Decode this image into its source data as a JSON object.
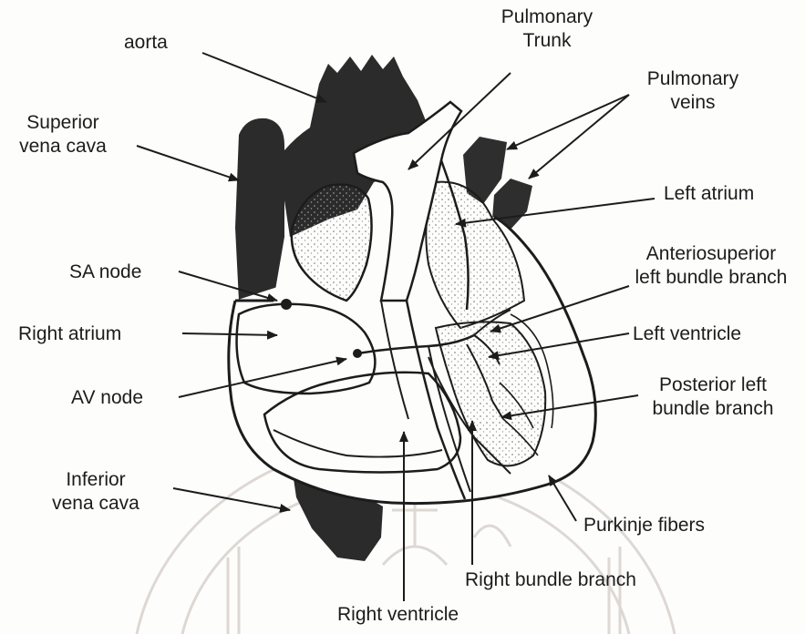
{
  "labels": {
    "aorta": "aorta",
    "pulmonary_trunk": [
      "Pulmonary",
      "Trunk"
    ],
    "pulmonary_veins": [
      "Pulmonary",
      "veins"
    ],
    "superior_vena_cava": [
      "Superior",
      "vena cava"
    ],
    "left_atrium": "Left atrium",
    "anteriosuperior": [
      "Anteriosuperior",
      "left bundle branch"
    ],
    "sa_node": "SA node",
    "right_atrium": "Right atrium",
    "left_ventricle": "Left ventricle",
    "av_node": "AV node",
    "posterior_left": [
      "Posterior left",
      "bundle branch"
    ],
    "inferior_vena_cava": [
      "Inferior",
      "vena cava"
    ],
    "purkinje": "Purkinje fibers",
    "right_bundle": "Right bundle branch",
    "right_ventricle": "Right ventricle"
  },
  "colors": {
    "ink": "#1c1c1c",
    "dark_fill": "#2b2b2b",
    "stipple": "#9a9a9a",
    "watermark": "#d8d2cc"
  }
}
